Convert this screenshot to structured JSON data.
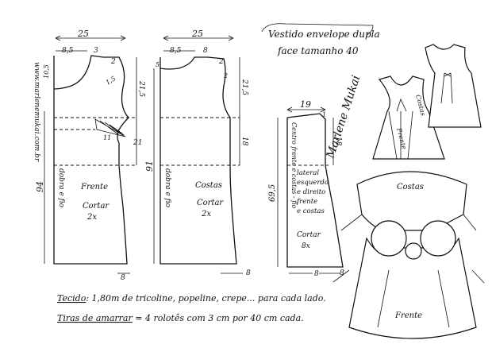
{
  "title": {
    "line1": "Vestido envelope dupla",
    "line2": "face tamanho 40"
  },
  "website": "www.marlenemukai.com.br",
  "front_piece": {
    "width_top": "25",
    "neck_width": "8,5",
    "shoulder": "3",
    "shoulder_drop": "2",
    "neck_depth": "10,5",
    "armhole_depth": "21,5",
    "armhole_curve": "1,5",
    "dart_length": "11",
    "waist_length": "21",
    "length": "94",
    "fold_label": "dobra e fio",
    "label_name": "Frente",
    "label_cut": "Cortar",
    "label_qty": "2x",
    "hem": "8"
  },
  "back_piece": {
    "width_top": "25",
    "neck_width": "8,5",
    "shoulder": "8",
    "shoulder_drop": "2",
    "neck_depth": "5",
    "armhole_depth": "21,5",
    "armhole_curve": "2",
    "waist_length": "18",
    "length": "91",
    "fold_label": "dobra e fio",
    "label_name": "Costas",
    "label_cut": "Cortar",
    "label_qty": "2x",
    "hem": "8"
  },
  "side_piece": {
    "width_top": "19",
    "top_drop": "1",
    "waist_length": "18",
    "length": "69,5",
    "fold_label": "Centro frente e costas - fio",
    "label_lines": [
      "lateral",
      "esquerdo",
      "e direito",
      "frente",
      "e costas"
    ],
    "label_cut": "Cortar",
    "label_qty": "8x",
    "hem_left": "8",
    "hem_right": "8"
  },
  "signature": "Marlene Mukai",
  "illustration": {
    "small_front_label": "Frente",
    "small_back_label": "Costas",
    "large_back_label": "Costas",
    "large_front_label": "Frente"
  },
  "notes": {
    "fabric_key": "Tecido",
    "fabric_text": ": 1,80m de tricoline, popeline, crepe... para cada lado.",
    "ties_key": "Tiras de amarrar",
    "ties_text": " = 4 rolotês com 3 cm por 40 cm cada."
  }
}
